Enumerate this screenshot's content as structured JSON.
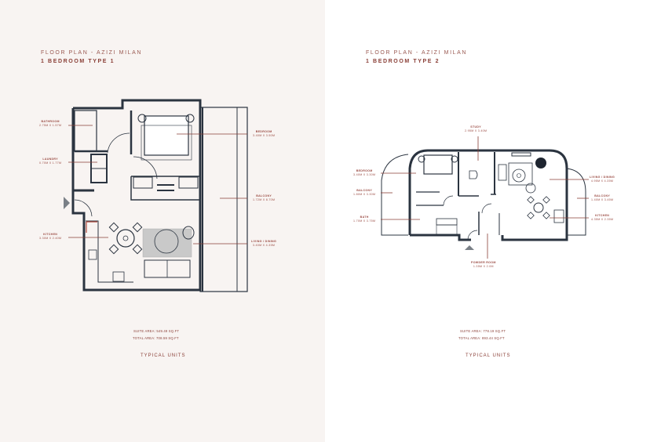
{
  "left_page": {
    "title": "FLOOR PLAN - AZIZI MILAN",
    "subtitle": "1 BEDROOM TYPE 1",
    "rooms": [
      {
        "name": "BATHROOM",
        "dims": "2.75M X 1.57M"
      },
      {
        "name": "LAUNDRY",
        "dims": "0.70M X 1.77M"
      },
      {
        "name": "KITCHEN",
        "dims": "3.30M X 2.40M"
      },
      {
        "name": "BEDROOM",
        "dims": "3.40M X 3.50M"
      },
      {
        "name": "BALCONY",
        "dims": "1.72M X 8.70M"
      },
      {
        "name": "LIVING / DINING",
        "dims": "3.40M X 4.35M"
      }
    ],
    "suite_area": "SUITE AREA: 549.49 SQ.FT",
    "total_area": "TOTAL AREA: 708.59 SQ.FT",
    "footer": "TYPICAL UNITS"
  },
  "right_page": {
    "title": "FLOOR PLAN - AZIZI MILAN",
    "subtitle": "1 BEDROOM TYPE 2",
    "rooms": [
      {
        "name": "STUDY",
        "dims": "2.95M X 3.40M"
      },
      {
        "name": "BEDROOM",
        "dims": "3.40M X 3.30M"
      },
      {
        "name": "BALCONY",
        "dims": "1.80M X 3.30M"
      },
      {
        "name": "BATH",
        "dims": "1.70M X 3.75M"
      },
      {
        "name": "POWDER ROOM",
        "dims": "1.35M X 2.0M"
      },
      {
        "name": "LIVING / DINING",
        "dims": "4.95M X 4.35M"
      },
      {
        "name": "BALCONY",
        "dims": "1.40M X 3.45M"
      },
      {
        "name": "KITCHEN",
        "dims": "4.35M X 2.35M"
      }
    ],
    "suite_area": "SUITE AREA: 778.19 SQ.FT",
    "total_area": "TOTAL AREA: 893.44 SQ.FT",
    "footer": "TYPICAL UNITS"
  },
  "colors": {
    "left_bg": "#f8f4f2",
    "right_bg": "#ffffff",
    "accent": "#8a3f37",
    "wall": "#2b3440",
    "rug": "#c9c9c9"
  }
}
